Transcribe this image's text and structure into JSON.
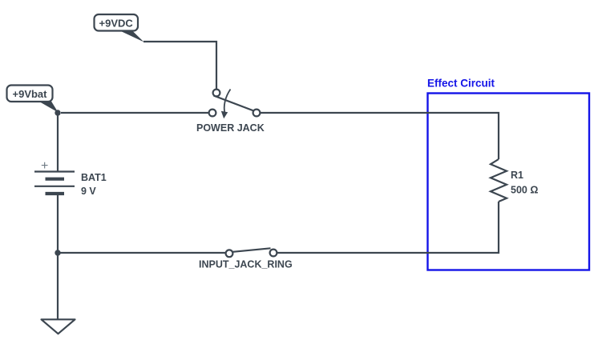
{
  "colors": {
    "background": "#ffffff",
    "wire": "#3c4650",
    "label_text": "#3c4650",
    "box_blue": "#1414e8",
    "battery_plus": "#6e7a84"
  },
  "net_flags": {
    "vdc": {
      "label": "+9VDC"
    },
    "vbat": {
      "label": "+9Vbat"
    }
  },
  "components": {
    "power_jack": {
      "label": "POWER JACK"
    },
    "input_jack_ring": {
      "label": "INPUT_JACK_RING"
    },
    "battery": {
      "ref": "BAT1",
      "value": "9 V",
      "polarity": "+"
    },
    "resistor": {
      "ref": "R1",
      "value": "500 Ω"
    }
  },
  "effect_circuit": {
    "title": "Effect Circuit"
  }
}
